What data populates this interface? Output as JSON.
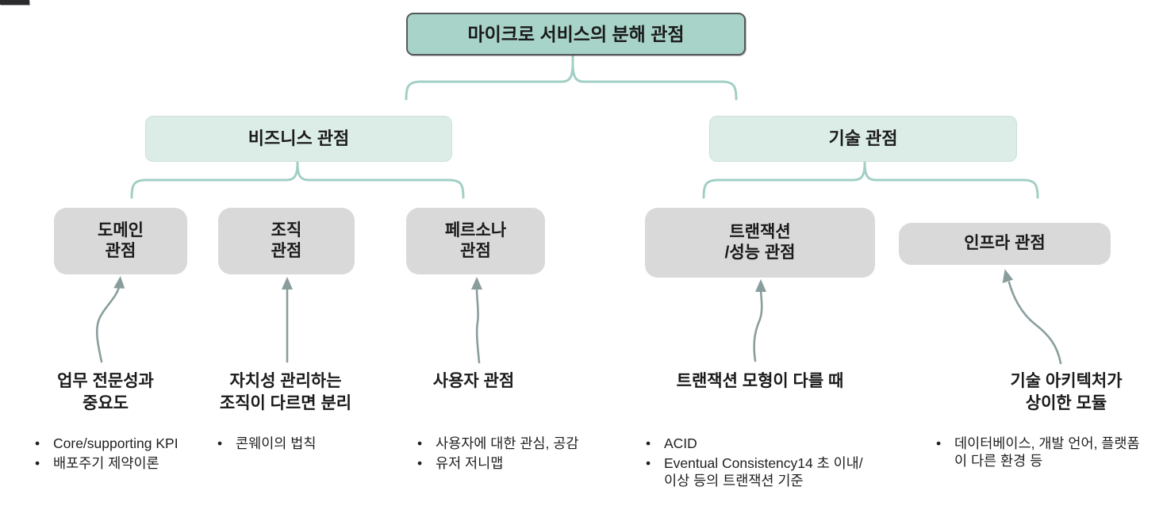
{
  "page": {
    "background": "#ffffff",
    "corner_accent": "#2b2b2e"
  },
  "colors": {
    "root_fill": "#a7d3c8",
    "root_border": "#57585b",
    "branch_fill": "#dcede7",
    "branch_border": "#cbdfd8",
    "leaf_fill": "#d9d9d9",
    "brace_stroke": "#a2cfc5",
    "arrow_stroke": "#8a9d9d",
    "text": "#1a1a1a"
  },
  "diagram": {
    "root": {
      "label": "마이크로 서비스의 분해 관점"
    },
    "branches": [
      {
        "id": "business",
        "label": "비즈니스 관점"
      },
      {
        "id": "tech",
        "label": "기술 관점"
      }
    ],
    "leaves": [
      {
        "id": "domain",
        "lines": [
          "도메인",
          "관점"
        ],
        "parent": "business"
      },
      {
        "id": "org",
        "lines": [
          "조직",
          "관점"
        ],
        "parent": "business"
      },
      {
        "id": "persona",
        "lines": [
          "페르소나",
          "관점"
        ],
        "parent": "business"
      },
      {
        "id": "transaction",
        "lines": [
          "트랜잭션",
          "/성능 관점"
        ],
        "parent": "tech"
      },
      {
        "id": "infra",
        "lines": [
          "인프라 관점"
        ],
        "parent": "tech"
      }
    ],
    "notes": [
      {
        "target": "domain",
        "heading_lines": [
          "업무 전문성과",
          "중요도"
        ],
        "bullets": [
          "Core/supporting KPI",
          "배포주기 제약이론"
        ]
      },
      {
        "target": "org",
        "heading_lines": [
          "자치성 관리하는",
          "조직이 다르면 분리"
        ],
        "bullets": [
          "콘웨이의 법칙"
        ]
      },
      {
        "target": "persona",
        "heading_lines": [
          "사용자 관점"
        ],
        "bullets": [
          "사용자에 대한 관심, 공감",
          "유저 저니맵"
        ]
      },
      {
        "target": "transaction",
        "heading_lines": [
          "트랜잭션 모형이 다를 때"
        ],
        "bullets": [
          "ACID",
          "Eventual Consistency14 초 이내/이상 등의 트랜잭션 기준"
        ]
      },
      {
        "target": "infra",
        "heading_lines": [
          "기술 아키텍처가",
          "상이한 모듈"
        ],
        "bullets": [
          "데이터베이스, 개발 언어, 플랫폼이 다른 환경 등"
        ]
      }
    ]
  }
}
